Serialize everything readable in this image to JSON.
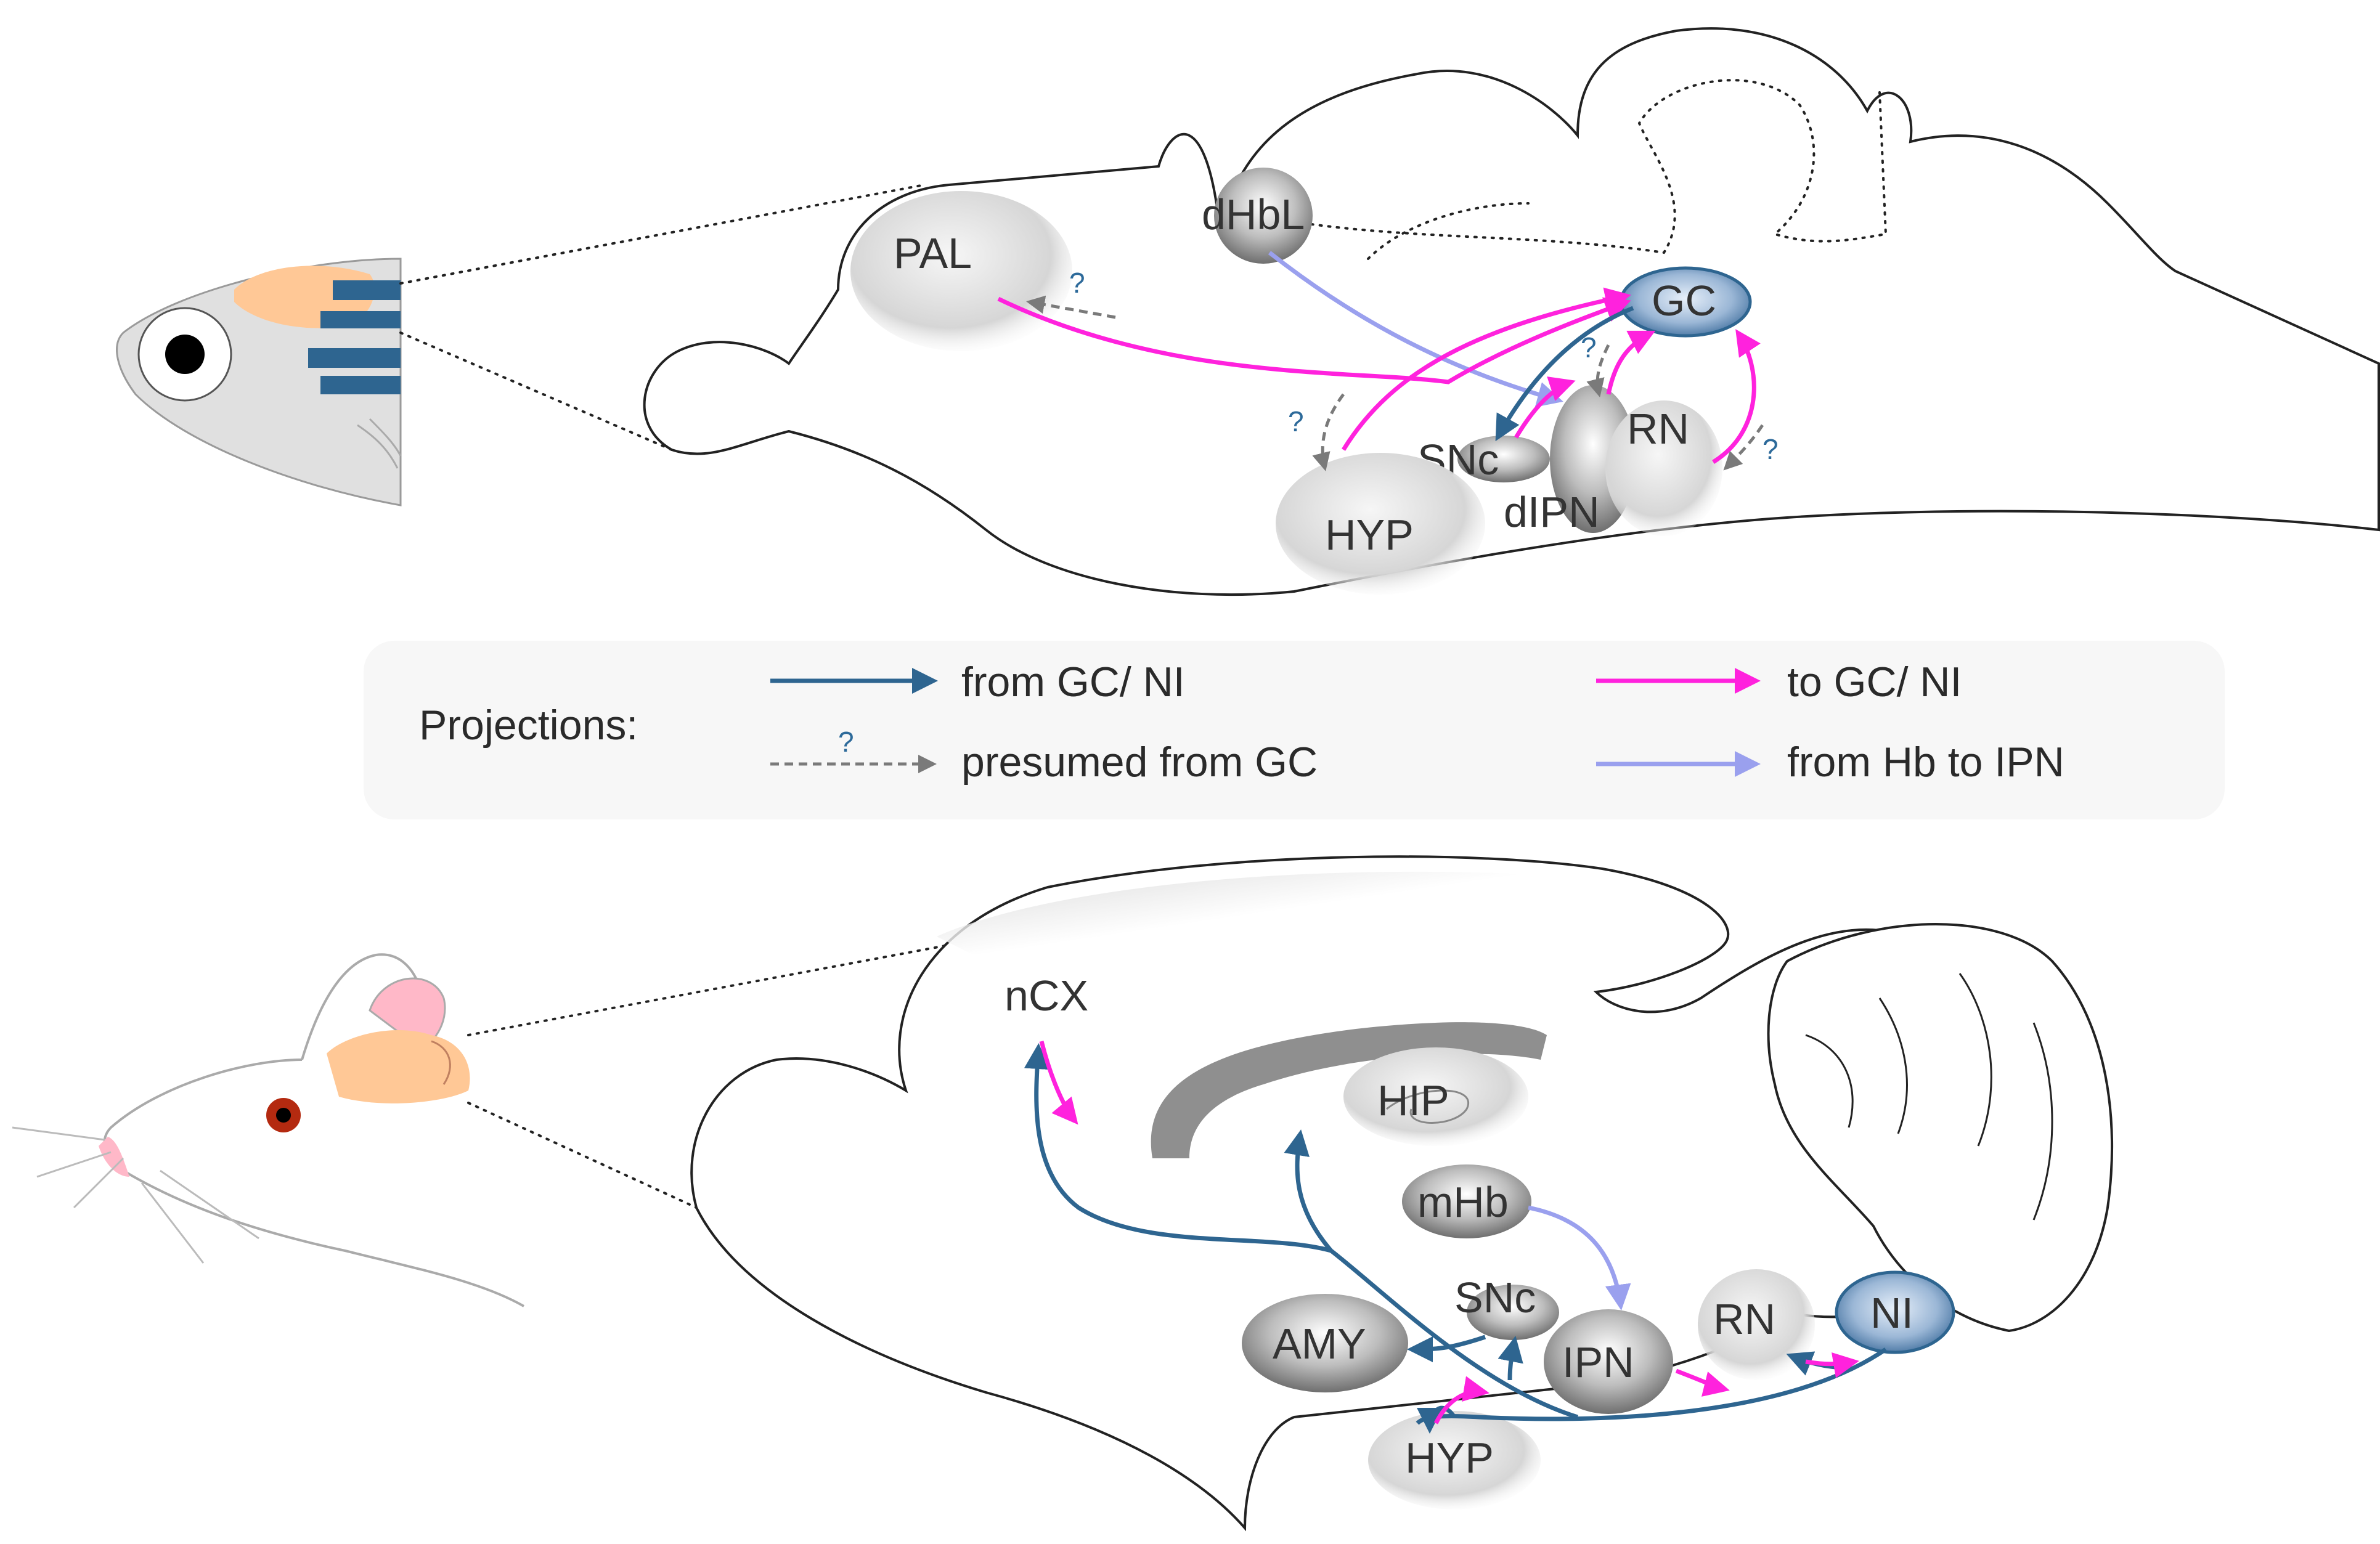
{
  "fish_panel": {
    "regions": {
      "PAL": "PAL",
      "dHbL": "dHbL",
      "GC": "GC",
      "SNc": "SNc",
      "RN": "RN",
      "dIPN": "dIPN",
      "HYP": "HYP"
    },
    "question_marks": [
      "?",
      "?",
      "?",
      "?"
    ]
  },
  "legend": {
    "title": "Projections:",
    "items": [
      {
        "label": "from GC/ NI",
        "style": "solid",
        "color": "#2e6590"
      },
      {
        "label": "to GC/ NI",
        "style": "solid",
        "color": "#ff22dd"
      },
      {
        "label": "presumed from GC",
        "style": "dashed",
        "color": "#7a7a7a",
        "mark": "?"
      },
      {
        "label": "from Hb to IPN",
        "style": "solid",
        "color": "#9aa0ee"
      }
    ]
  },
  "mouse_panel": {
    "regions": {
      "nCX": "nCX",
      "HIP": "HIP",
      "mHb": "mHb",
      "SNc": "SNc",
      "AMY": "AMY",
      "IPN": "IPN",
      "RN": "RN",
      "NI": "NI",
      "HYP": "HYP"
    }
  },
  "colors": {
    "from_gc": "#2e6590",
    "to_gc": "#ff22dd",
    "presumed": "#7a7a7a",
    "hb_to_ipn": "#9aa0ee",
    "gc_fill": "#4f7fae",
    "brain_orange": "#ffc896"
  }
}
